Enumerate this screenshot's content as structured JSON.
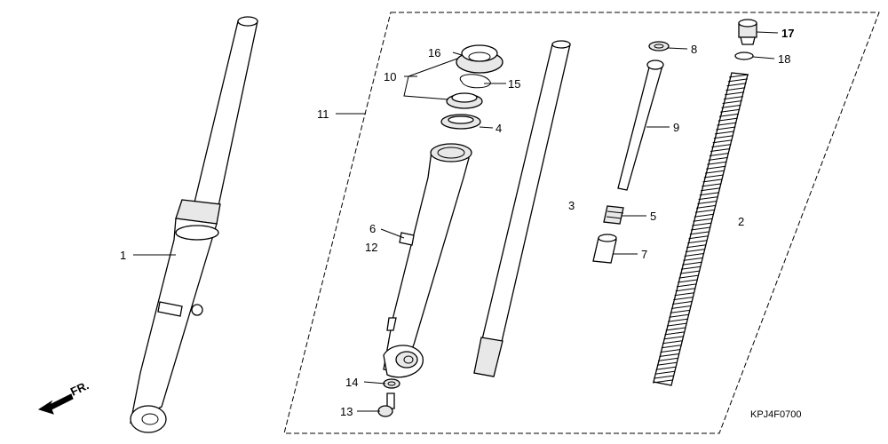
{
  "diagram": {
    "code": "KPJ4F0700",
    "direction": "FR.",
    "labels": {
      "p1": "1",
      "p2": "2",
      "p3": "3",
      "p4": "4",
      "p5": "5",
      "p6": "6",
      "p7": "7",
      "p8": "8",
      "p9": "9",
      "p10": "10",
      "p11": "11",
      "p12": "12",
      "p13": "13",
      "p14": "14",
      "p15": "15",
      "p16": "16",
      "p17": "17",
      "p18": "18"
    }
  }
}
